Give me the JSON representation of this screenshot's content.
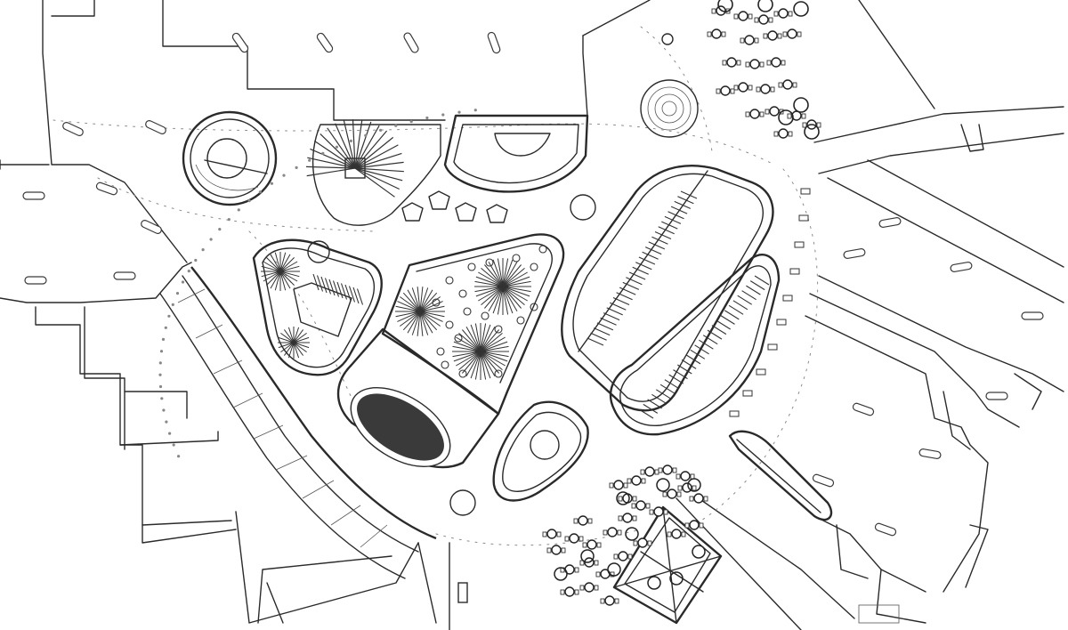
{
  "drawing": {
    "style": "hand-sketched architectural site plan, black line on white",
    "colors": {
      "background": "#ffffff",
      "ink": "#2a2a2a",
      "guide": "#8a8a8a"
    }
  },
  "features": [
    "circular-pavilion-left",
    "radial-pergola",
    "curved-kiosk-top",
    "spiral-fountain",
    "cafe-seating-top-right",
    "planter-island-west",
    "garden-island-palms",
    "amphitheater-oval",
    "stepped-seating-island-long",
    "stepped-seating-island-right",
    "pool-island-small",
    "cafe-seating-bottom",
    "canopy-pavilion-bottom"
  ]
}
